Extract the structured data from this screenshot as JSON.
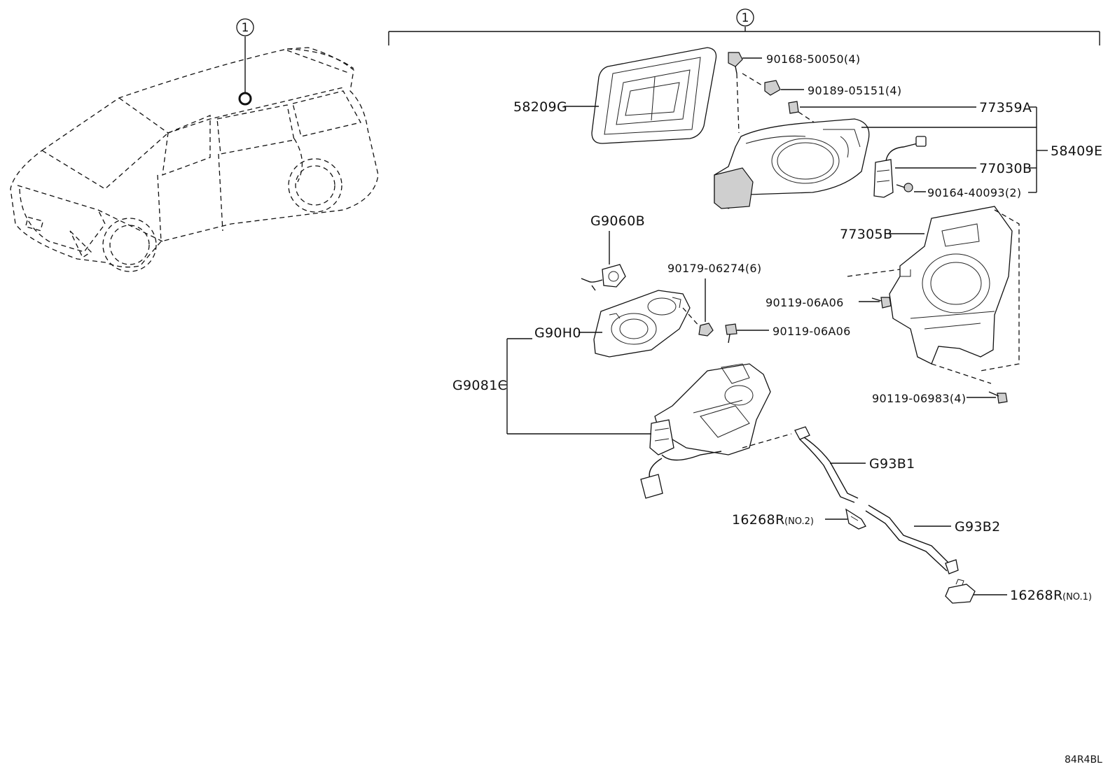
{
  "callout": {
    "left": "1",
    "top": "1"
  },
  "labels": {
    "p58209g": "58209G",
    "p90168": "90168-50050(4)",
    "p90189": "90189-05151(4)",
    "p77359a": "77359A",
    "p58409e": "58409E",
    "p77030b": "77030B",
    "p90164": "90164-40093(2)",
    "p77305b": "77305B",
    "pg9060b": "G9060B",
    "p90179": "90179-06274(6)",
    "p90119a": "90119-06A06",
    "p90119b": "90119-06A06",
    "pg90h0": "G90H0",
    "pg9081c": "G9081C",
    "p90119c": "90119-06983(4)",
    "pg93b1": "G93B1",
    "p16268r2": "16268R",
    "p16268r2_note": "(NO.2)",
    "pg93b2": "G93B2",
    "p16268r1": "16268R",
    "p16268r1_note": "(NO.1)"
  },
  "diagram_code": "84R4BL"
}
